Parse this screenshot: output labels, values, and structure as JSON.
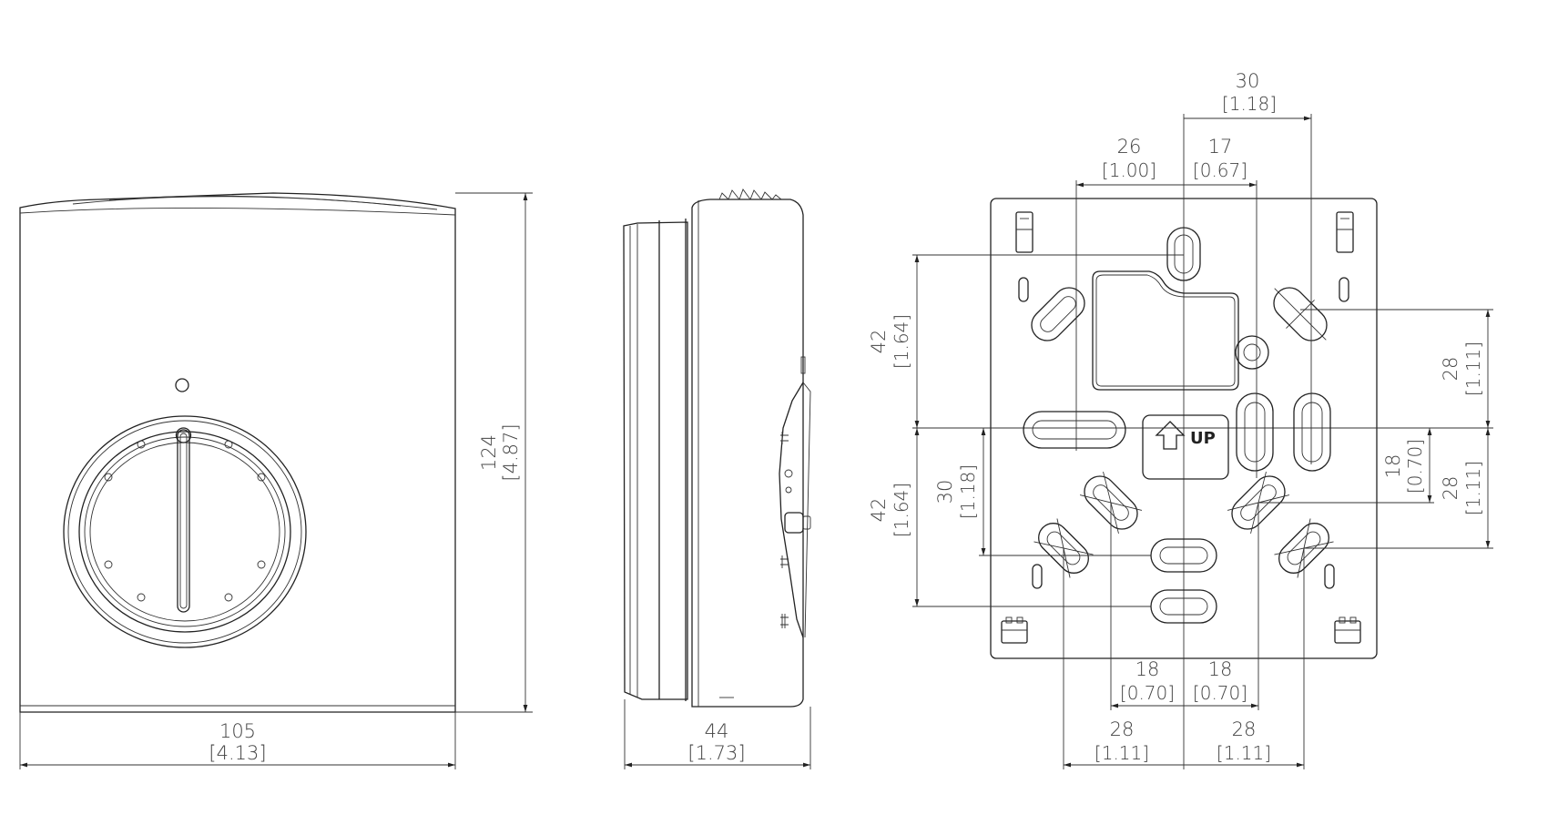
{
  "front_view": {
    "width_mm": "105",
    "width_in": "[4.13]",
    "height_mm": "124",
    "height_in": "[4.87]"
  },
  "side_view": {
    "depth_mm": "44",
    "depth_in": "[1.73]"
  },
  "back_plate": {
    "up_label": "UP",
    "dims": {
      "top_30_mm": "30",
      "top_30_in": "[1.18]",
      "top_26_mm": "26",
      "top_26_in": "[1.00]",
      "top_17_mm": "17",
      "top_17_in": "[0.67]",
      "left_42a_mm": "42",
      "left_42a_in": "[1.64]",
      "left_42b_mm": "42",
      "left_42b_in": "[1.64]",
      "left_30_mm": "30",
      "left_30_in": "[1.18]",
      "right_28a_mm": "28",
      "right_28a_in": "[1.11]",
      "right_28b_mm": "28",
      "right_28b_in": "[1.11]",
      "right_18_mm": "18",
      "right_18_in": "[0.70]",
      "bot_18a_mm": "18",
      "bot_18a_in": "[0.70]",
      "bot_18b_mm": "18",
      "bot_18b_in": "[0.70]",
      "bot_28a_mm": "28",
      "bot_28a_in": "[1.11]",
      "bot_28b_mm": "28",
      "bot_28b_in": "[1.11]"
    }
  }
}
